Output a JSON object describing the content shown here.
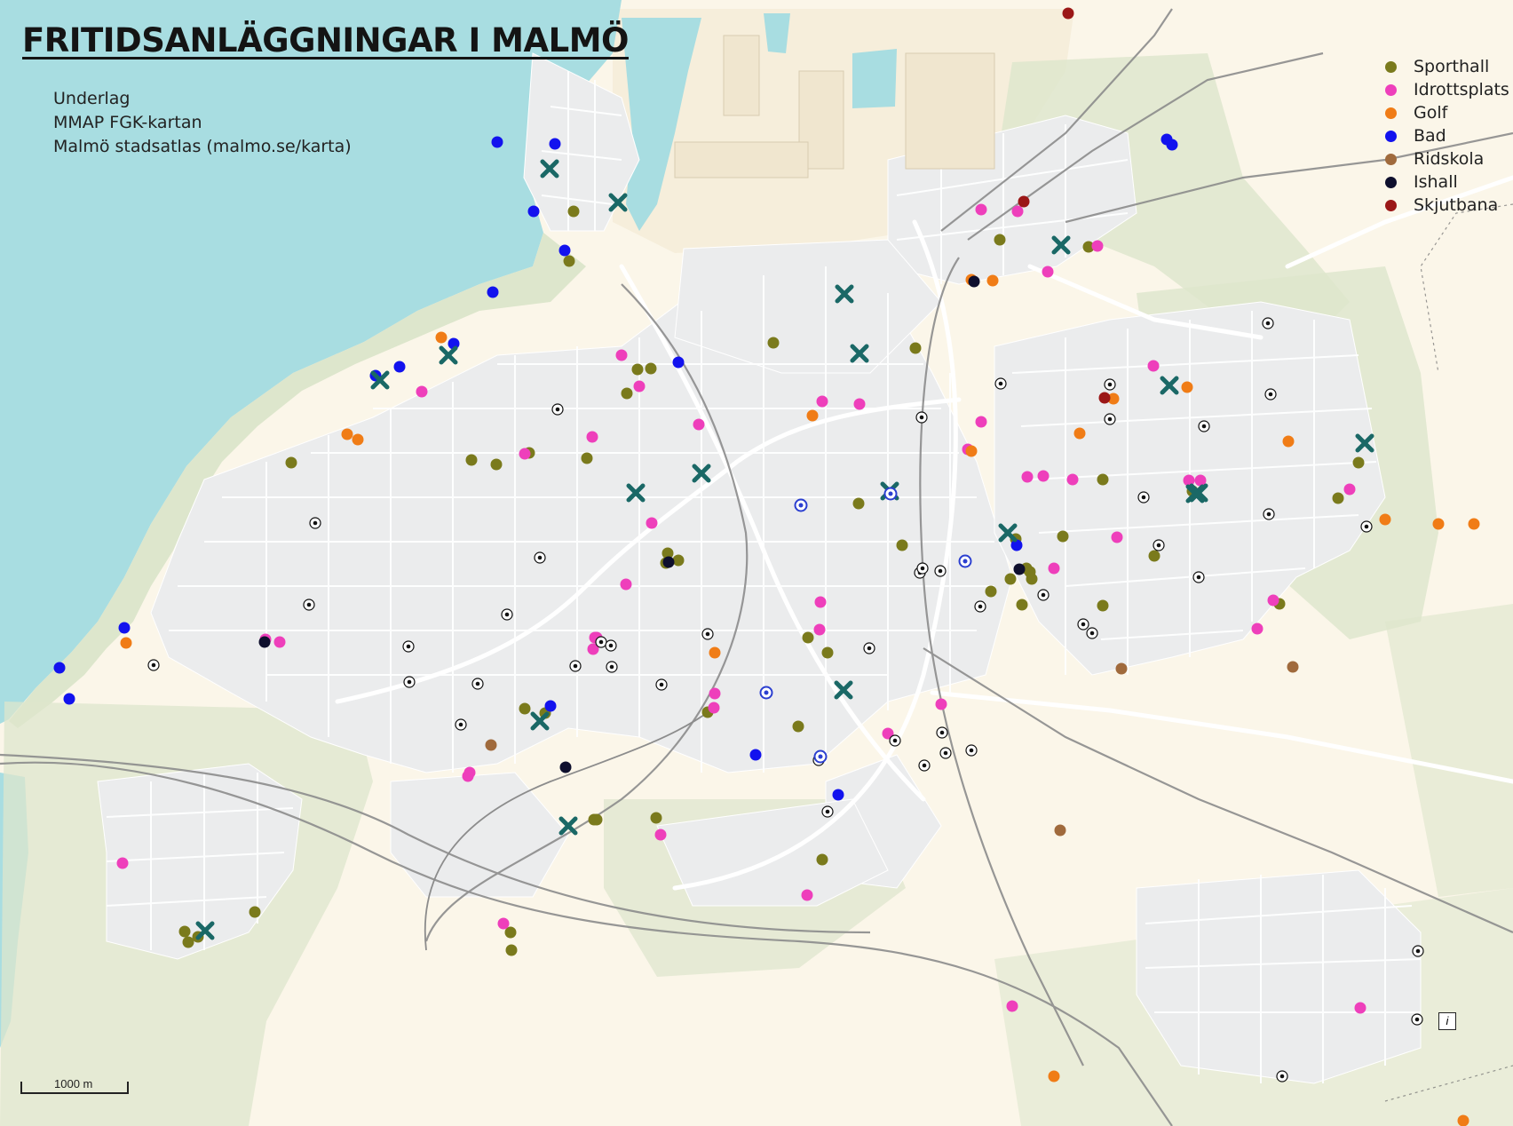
{
  "map": {
    "title": "FRITIDSANLÄGGNINGAR I MALMÖ",
    "source_note": {
      "heading": "Underlag",
      "lines": [
        "MMAP FGK-kartan",
        "Malmö stadsatlas (malmo.se/karta)"
      ]
    },
    "legend": [
      {
        "label": "Sporthall",
        "color": "#7a7a1c"
      },
      {
        "label": "Idrottsplats",
        "color": "#ee3fbb"
      },
      {
        "label": "Golf",
        "color": "#f07c16"
      },
      {
        "label": "Bad",
        "color": "#1212ee"
      },
      {
        "label": "Ridskola",
        "color": "#a06a3c"
      },
      {
        "label": "Ishall",
        "color": "#0e0f2d"
      },
      {
        "label": "Skjutbana",
        "color": "#9b1717"
      }
    ],
    "scale_label": "1000 m",
    "colors": {
      "sea": "#a8dde1",
      "land": "#fbf6e9",
      "park": "#dde6cc",
      "block": "#ebeced",
      "road": "#ffffff",
      "rail": "#8c8c8c",
      "facility_marker": "#1a6866"
    },
    "icons": [
      "football-icon",
      "facility-marker-x",
      "star-badge-icon",
      "info-icon"
    ]
  }
}
